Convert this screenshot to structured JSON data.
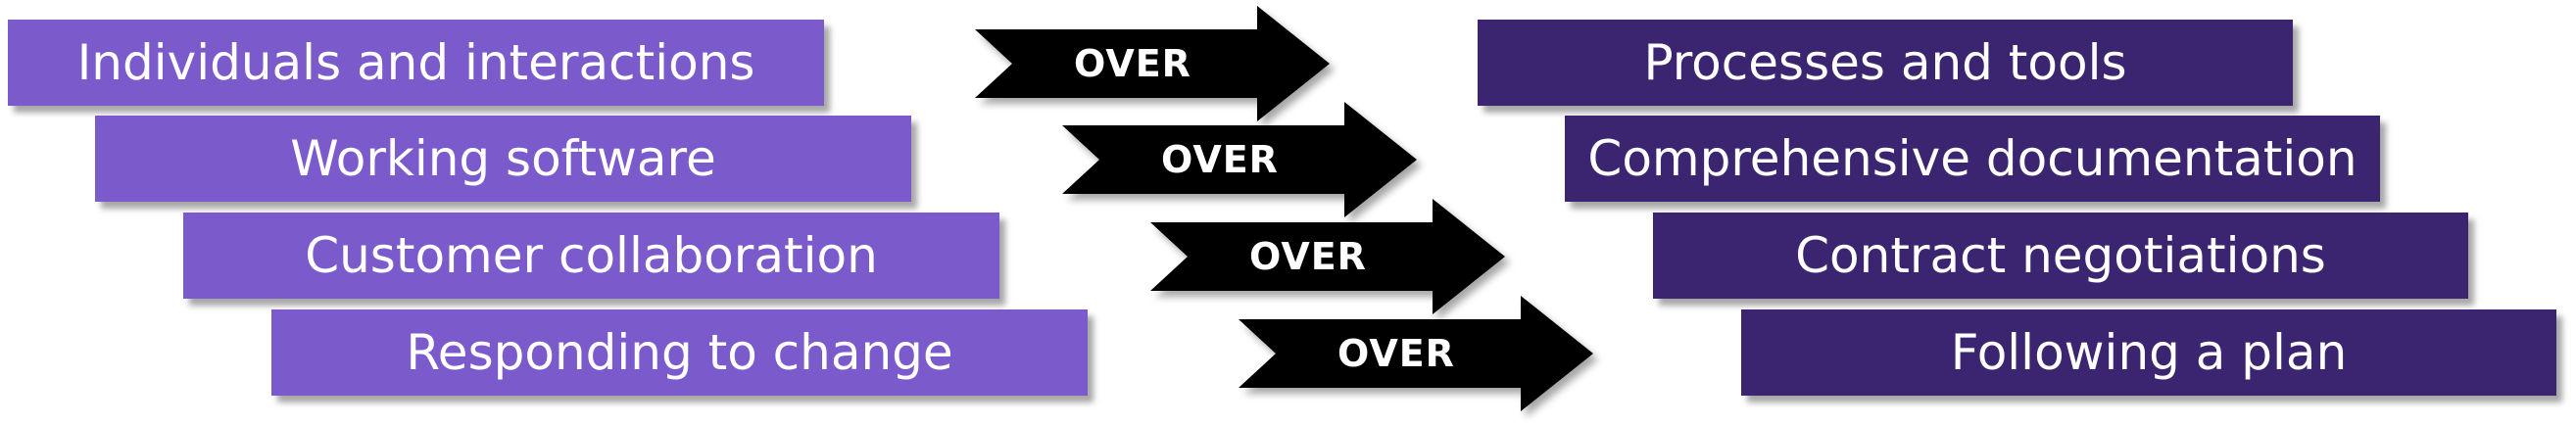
{
  "values": {
    "left": [
      "Individuals and interactions",
      "Working software",
      "Customer collaboration",
      "Responding to change"
    ],
    "right": [
      "Processes and tools",
      "Comprehensive documentation",
      "Contract negotiations",
      "Following a plan"
    ],
    "connector": [
      "OVER",
      "OVER",
      "OVER",
      "OVER"
    ]
  },
  "colors": {
    "left_box": "#7b5bcc",
    "right_box": "#3b2570",
    "arrow": "#000000",
    "text": "#ffffff"
  },
  "icons": {
    "connector": "right-arrow-icon"
  }
}
